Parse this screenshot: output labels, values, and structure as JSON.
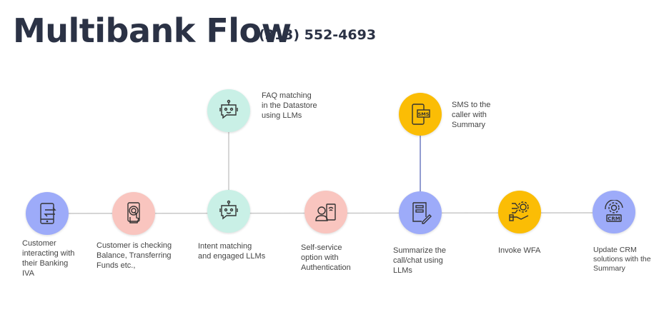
{
  "title": "Multibank Flow",
  "phone": "(313) 552-4693",
  "colors": {
    "blue": "#9dabf9",
    "pink": "#f9c5bf",
    "mint": "#c9f0e6",
    "yellow": "#fbbd05"
  },
  "steps": [
    {
      "label": "Customer\ninteracting with\ntheir Banking\nIVA",
      "icon": "mobile-transfer-icon"
    },
    {
      "label": "Customer is checking\nBalance, Transferring\nFunds etc.,",
      "icon": "fingerprint-touch-icon"
    },
    {
      "label": "Intent matching\nand engaged LLMs",
      "icon": "chatbot-icon"
    },
    {
      "label": "Self-service\noption with\nAuthentication",
      "icon": "user-auth-icon"
    },
    {
      "label": "Summarize the\ncall/chat using\nLLMs",
      "icon": "document-edit-icon"
    },
    {
      "label": "Invoke WFA",
      "icon": "automation-hand-icon"
    },
    {
      "label": "Update CRM\nsolutions with the\nSummary",
      "icon": "crm-gear-icon"
    }
  ],
  "branches": [
    {
      "label": "FAQ matching\nin the Datastore\nusing LLMs",
      "icon": "chatbot-icon"
    },
    {
      "label": "SMS to the\ncaller with\nSummary",
      "icon": "sms-phone-icon",
      "icon_text": "SMS"
    }
  ],
  "crm_text": "CRM"
}
